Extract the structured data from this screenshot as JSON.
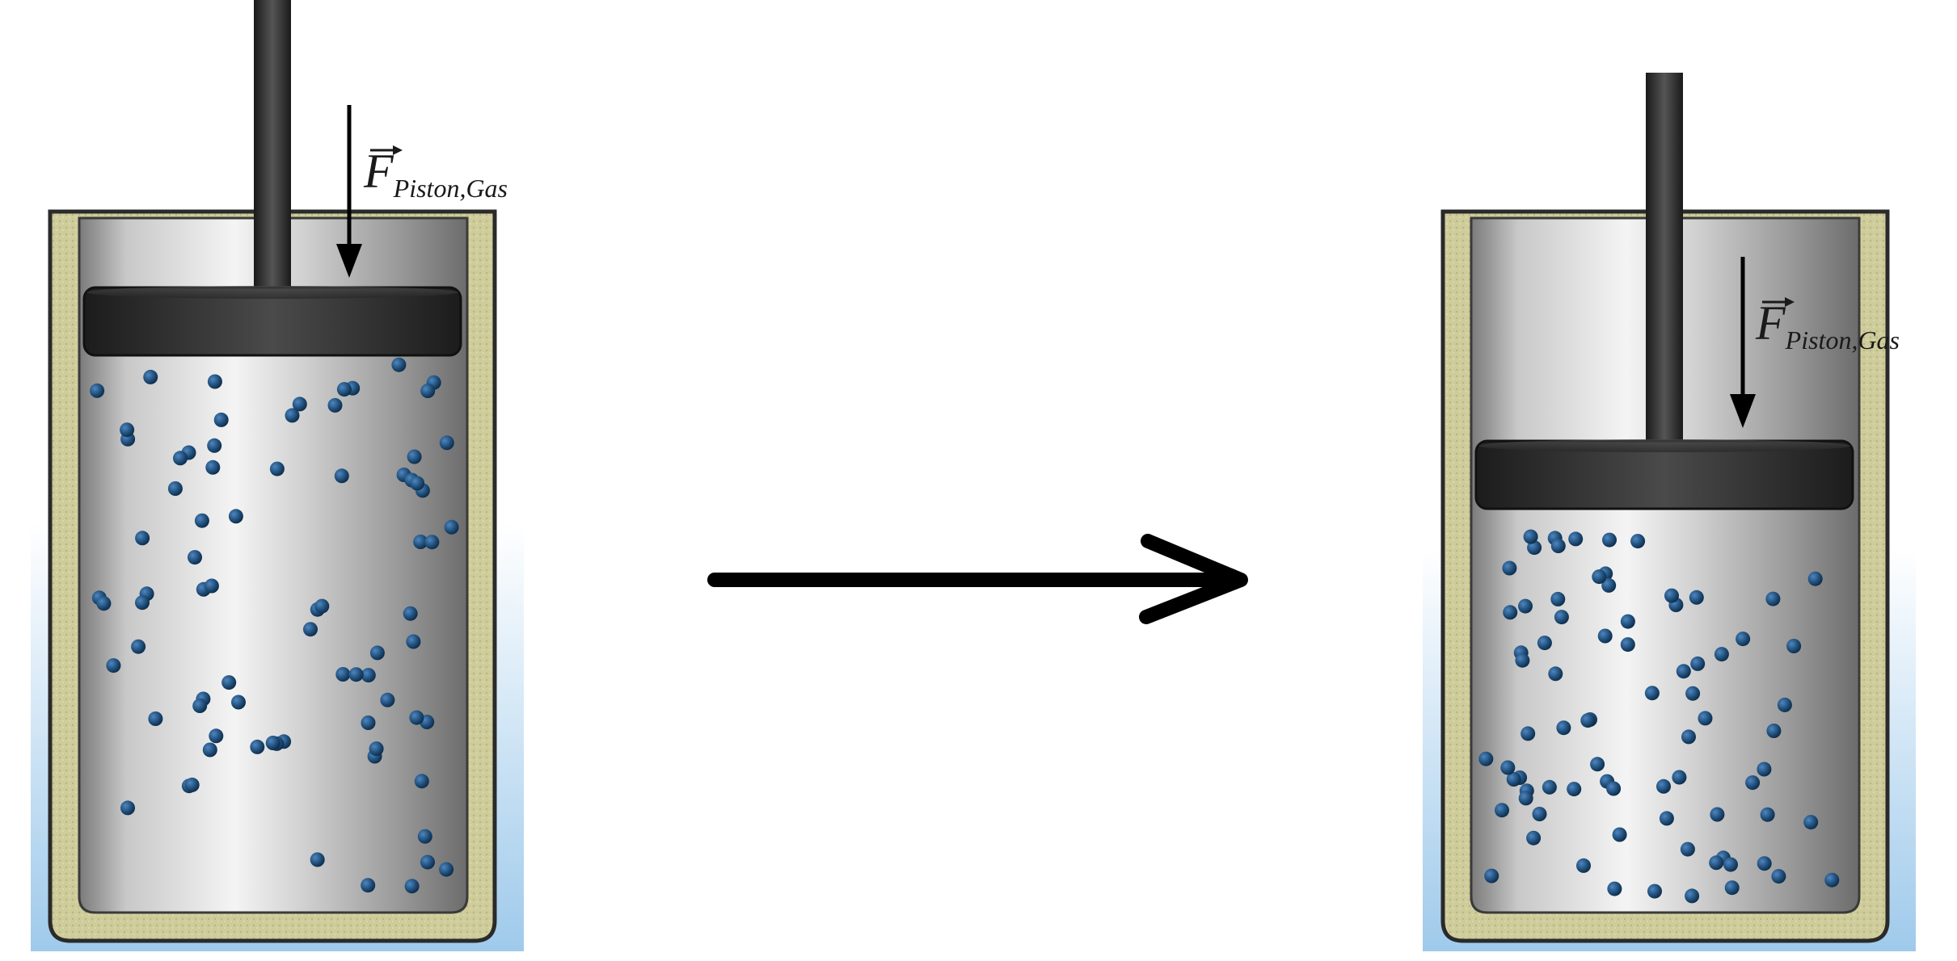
{
  "diagram": {
    "left_panel": {
      "force_label": {
        "symbol": "F",
        "subscript": "Piston,Gas"
      },
      "molecule_count": 78
    },
    "right_panel": {
      "force_label": {
        "symbol": "F",
        "subscript": "Piston,Gas"
      },
      "molecule_count": 78
    },
    "colors": {
      "molecule": "#1f4e79",
      "insulation": "#cfcc9c",
      "piston": "#2e2e2e",
      "gas_background_light": "#f2f2f2",
      "gas_background_dark": "#8a8a8a",
      "sky_gradient": "#a7cfee",
      "arrow": "#000000"
    },
    "icons": {
      "process_arrow": "right-arrow-icon",
      "force_arrow": "down-arrow-icon"
    }
  }
}
